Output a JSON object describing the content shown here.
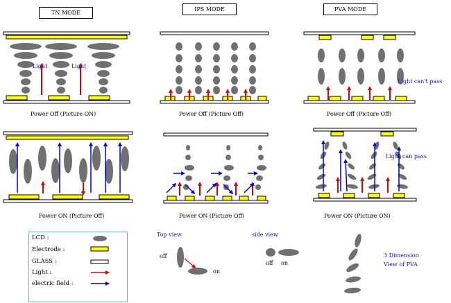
{
  "modes": {
    "tn": "TN MODE",
    "ips": "IPS MODE",
    "pva": "PVA MODE"
  },
  "captions": {
    "tn_off": "Power Off (Picture ON)",
    "ips_off": "Power Off (Picture Off)",
    "pva_off": "Power Off (Picture Off)",
    "tn_on": "Power ON (Picture Off)",
    "ips_on": "Power ON (Picture Off)",
    "pva_on": "Power ON (Picture ON)"
  },
  "annotations": {
    "light": "Light",
    "light_cant_pass": "Light can't pass",
    "light_can_pass": "Light can pass",
    "top_view": "Top view",
    "side_view": "side view",
    "off": "off",
    "on": "on",
    "three_dim": "3 Dimension",
    "view_of_pva": "View of PVA"
  },
  "legend": {
    "lcd": "LCD :",
    "electrode": "Electrode :",
    "glass": "GLASS :",
    "light": "Light :",
    "field": "electric field :"
  },
  "colors": {
    "electrode": "#ffff00",
    "lcd": "#707070",
    "light_arrow": "#e00000",
    "field_arrow": "#0000dd",
    "text_blue": "#1414c8",
    "legend_border": "#40c8d8"
  }
}
